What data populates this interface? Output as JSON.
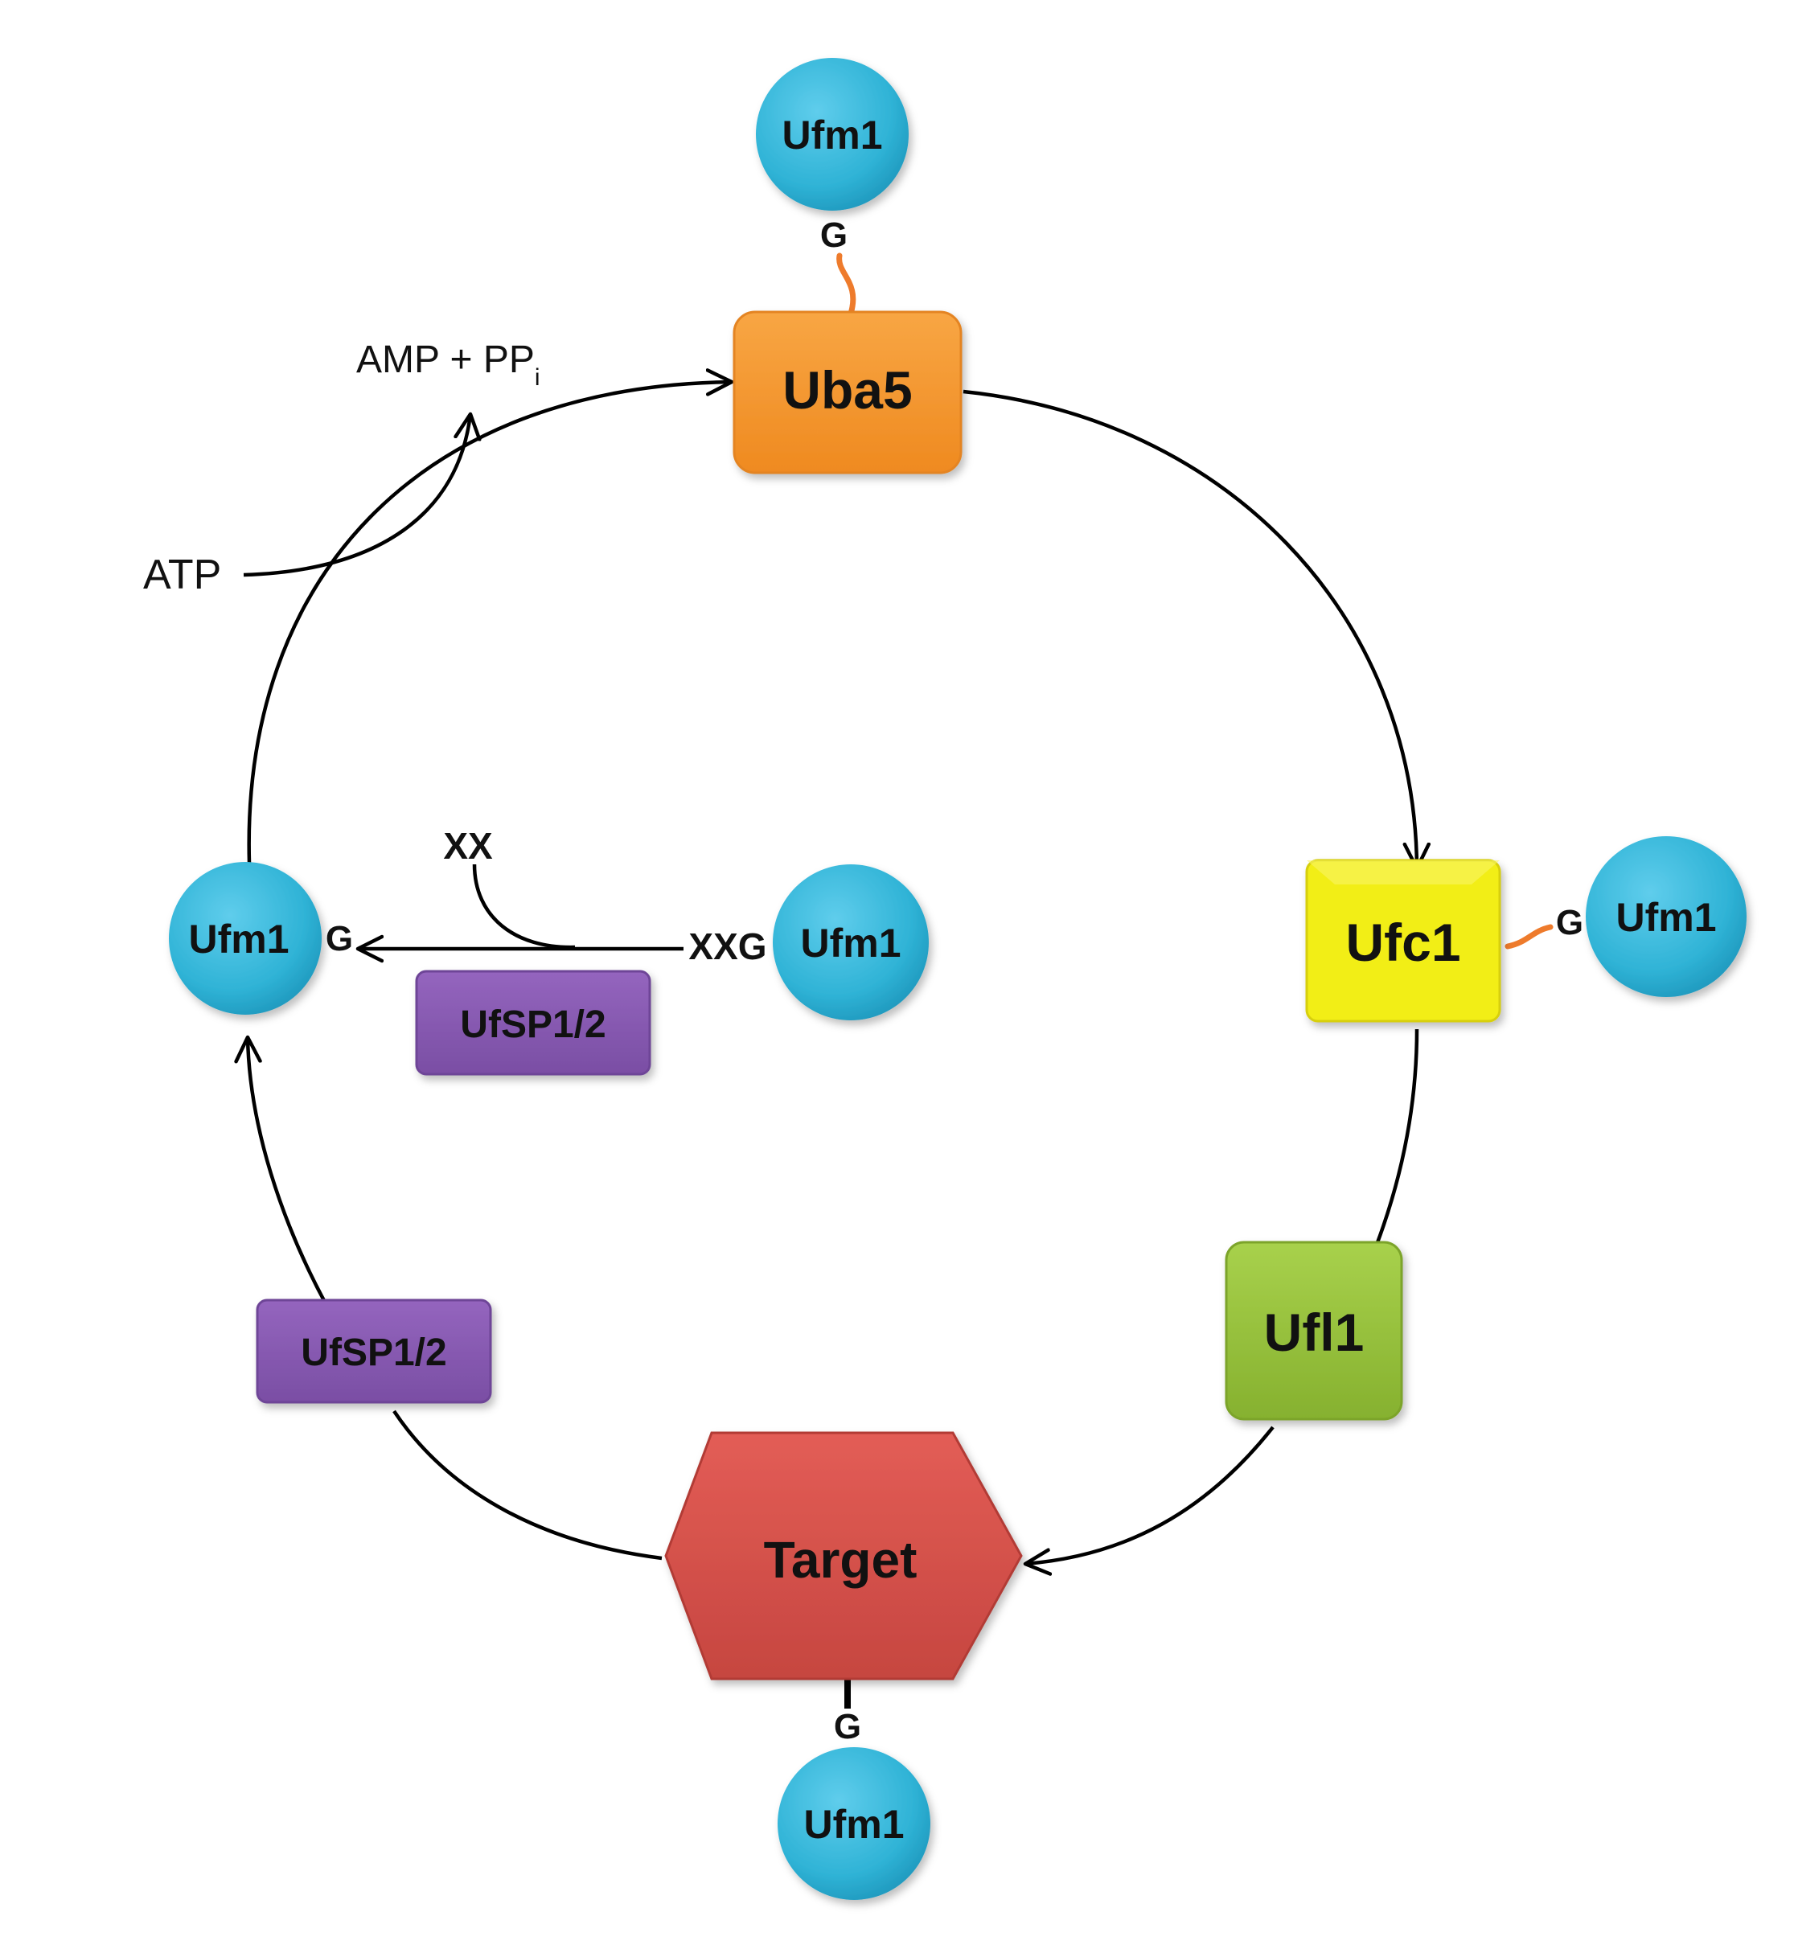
{
  "colors": {
    "ufm1": "#2fb3d6",
    "uba5": "#f5962d",
    "ufc1": "#f2ee16",
    "ufl1": "#9ac43c",
    "target": "#d9504a",
    "ufsp": "#8658b0",
    "linker": "#ee7b2c",
    "line": "#000000"
  },
  "nodes": {
    "ufm1_top": "Ufm1",
    "ufm1_right": "Ufm1",
    "ufm1_left": "Ufm1",
    "ufm1_center": "Ufm1",
    "ufm1_bottom": "Ufm1",
    "uba5": "Uba5",
    "ufc1": "Ufc1",
    "ufl1": "Ufl1",
    "target": "Target",
    "ufsp_center": "UfSP1/2",
    "ufsp_bottom_left": "UfSP1/2"
  },
  "labels": {
    "g_top": "G",
    "g_right": "G",
    "g_left": "G",
    "g_bottom": "G",
    "xxg": "XXG",
    "xx": "XX",
    "atp": "ATP",
    "amp_main": "AMP + PP",
    "amp_sub": "i"
  }
}
